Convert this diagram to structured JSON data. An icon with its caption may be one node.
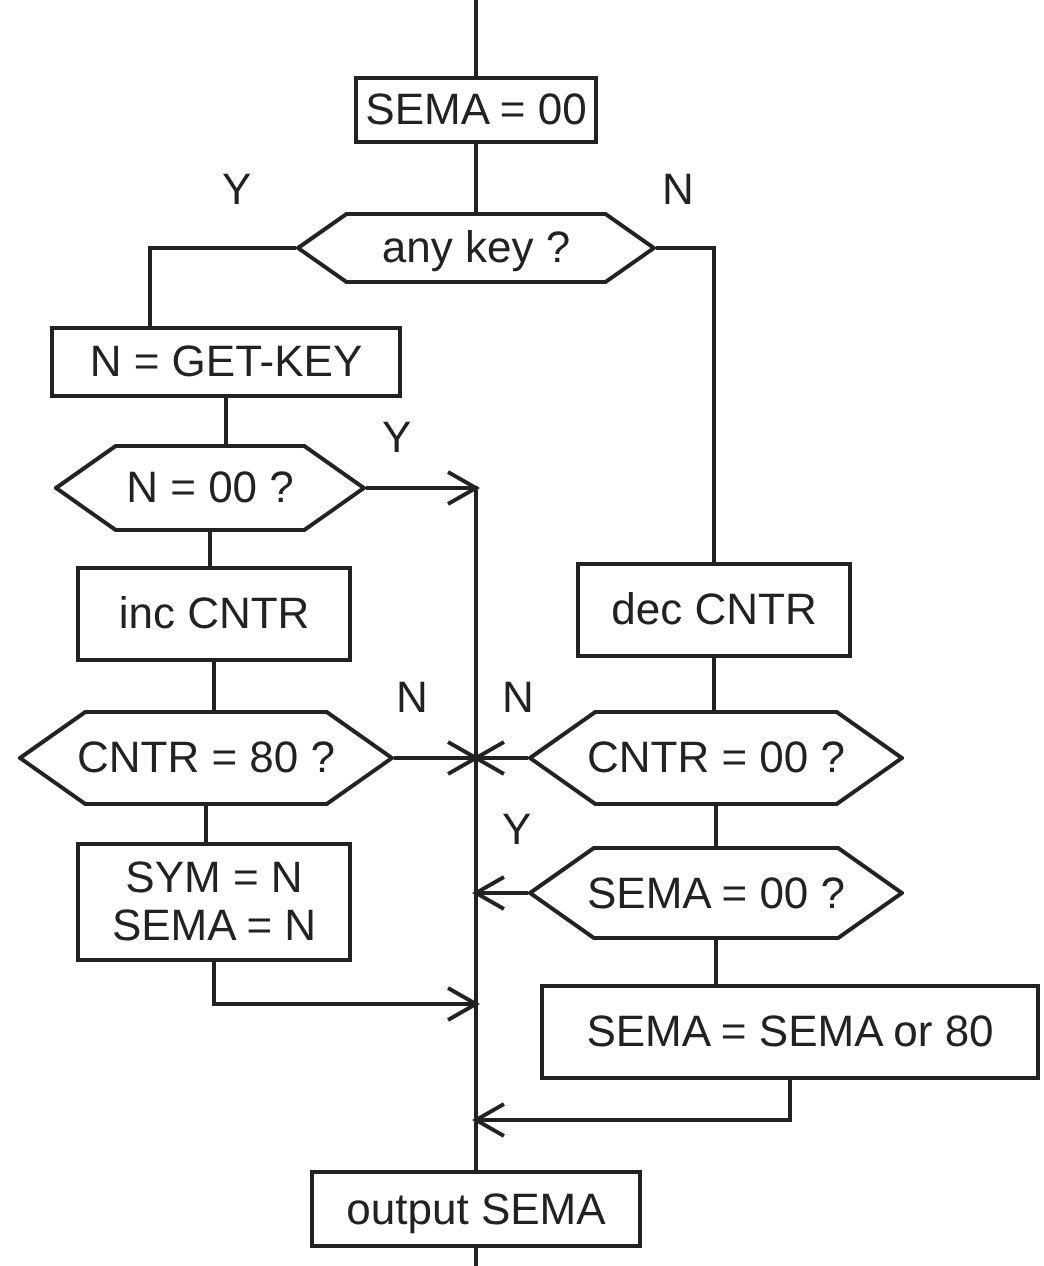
{
  "diagram": {
    "nodes": [
      {
        "text": [
          "SEMA = 00"
        ]
      },
      {
        "text": [
          "any key ?"
        ]
      },
      {
        "text": [
          "N = GET-KEY"
        ]
      },
      {
        "text": [
          "N = 00 ?"
        ]
      },
      {
        "text": [
          "inc CNTR"
        ]
      },
      {
        "text": [
          "CNTR = 80 ?"
        ]
      },
      {
        "text": [
          "SYM = N",
          "SEMA = N"
        ]
      },
      {
        "text": [
          "dec CNTR"
        ]
      },
      {
        "text": [
          "CNTR = 00 ?"
        ]
      },
      {
        "text": [
          "SEMA = 00 ?"
        ]
      },
      {
        "text": [
          "SEMA = SEMA or 80"
        ]
      },
      {
        "text": [
          "output SEMA"
        ]
      }
    ],
    "edges": [
      {
        "from": null,
        "to": 0,
        "arrow": "none"
      },
      {
        "from": 0,
        "to": 1,
        "arrow": "none"
      },
      {
        "from": 1,
        "to": 2,
        "arrow": "none",
        "label": "Y"
      },
      {
        "from": 1,
        "to": 7,
        "arrow": "none",
        "label": "N"
      },
      {
        "from": 2,
        "to": 3,
        "arrow": "none"
      },
      {
        "from": 3,
        "to": 11,
        "arrow": "to",
        "label": "Y"
      },
      {
        "from": 3,
        "to": 4,
        "arrow": "none"
      },
      {
        "from": 4,
        "to": 5,
        "arrow": "none"
      },
      {
        "from": 5,
        "to": 11,
        "arrow": "to",
        "label": "N"
      },
      {
        "from": 5,
        "to": 6,
        "arrow": "none"
      },
      {
        "from": 6,
        "to": 11,
        "arrow": "to"
      },
      {
        "from": 7,
        "to": 8,
        "arrow": "none"
      },
      {
        "from": 8,
        "to": 11,
        "arrow": "to",
        "label": "N"
      },
      {
        "from": 8,
        "to": 9,
        "arrow": "none"
      },
      {
        "from": 9,
        "to": 11,
        "arrow": "to",
        "label": "Y"
      },
      {
        "from": 9,
        "to": 10,
        "arrow": "none"
      },
      {
        "from": 10,
        "to": 11,
        "arrow": "to"
      },
      {
        "from": 11,
        "to": null,
        "arrow": "none"
      }
    ]
  }
}
